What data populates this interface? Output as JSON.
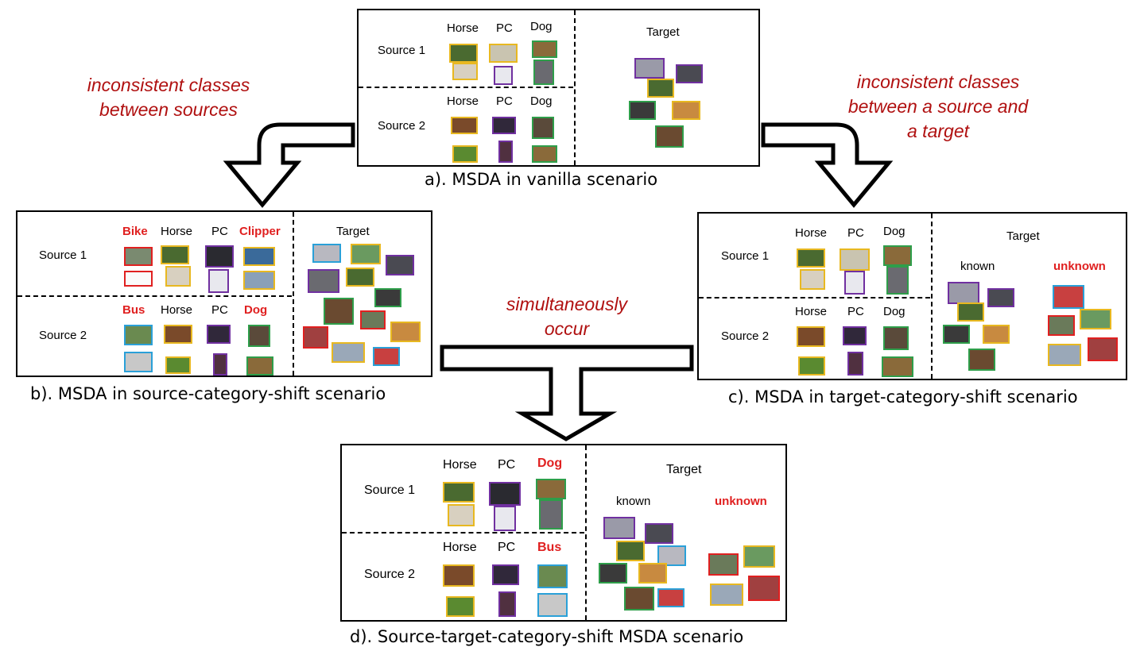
{
  "notes": {
    "left": [
      "inconsistent classes",
      "between sources"
    ],
    "right": [
      "inconsistent classes",
      "between a source and",
      "a target"
    ],
    "middle": [
      "simultaneously",
      "occur"
    ]
  },
  "panel_a": {
    "caption": "a). MSDA in vanilla scenario",
    "source1": "Source 1",
    "source2": "Source 2",
    "s1_classes": [
      "Horse",
      "PC",
      "Dog"
    ],
    "s2_classes": [
      "Horse",
      "PC",
      "Dog"
    ],
    "target": "Target"
  },
  "panel_b": {
    "caption": "b). MSDA in source-category-shift scenario",
    "source1": "Source 1",
    "source2": "Source 2",
    "s1_classes": [
      "Bike",
      "Horse",
      "PC",
      "Clipper"
    ],
    "s2_classes": [
      "Bus",
      "Horse",
      "PC",
      "Dog"
    ],
    "target": "Target"
  },
  "panel_c": {
    "caption": "c). MSDA in target-category-shift scenario",
    "source1": "Source 1",
    "source2": "Source 2",
    "s1_classes": [
      "Horse",
      "PC",
      "Dog"
    ],
    "s2_classes": [
      "Horse",
      "PC",
      "Dog"
    ],
    "target": "Target",
    "known": "known",
    "unknown": "unknown"
  },
  "panel_d": {
    "caption": "d). Source-target-category-shift MSDA scenario",
    "source1": "Source 1",
    "source2": "Source 2",
    "s1_classes": [
      "Horse",
      "PC",
      "Dog"
    ],
    "s2_classes": [
      "Horse",
      "PC",
      "Bus"
    ],
    "target": "Target",
    "known": "known",
    "unknown": "unknown"
  },
  "colors": {
    "horse": "#e8b820",
    "pc": "#7030a0",
    "dog": "#2e9e4a",
    "bike": "#e02020",
    "clipper": "#e8b820",
    "bus": "#2aa0d8",
    "highlight": "#e02020",
    "note": "#b01010"
  }
}
